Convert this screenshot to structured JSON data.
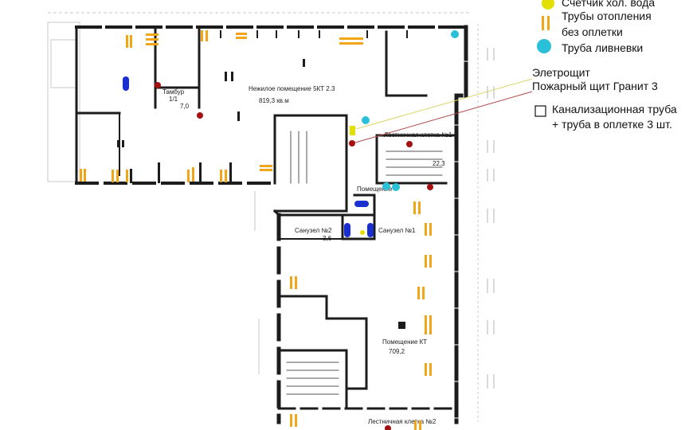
{
  "legend": {
    "meter": "Счетчик хол. вода",
    "heating_line1": "Трубы отопления",
    "heating_line2": "без оплетки",
    "drain": "Труба ливневки",
    "electric_line1": "Элетрощит",
    "electric_line2": "Пожарный щит Гранит 3",
    "sewer_line1": "Канализационная труба",
    "sewer_line2": "+ труба в оплетке 3 шт."
  },
  "labels": {
    "main_room": "Нежилое помещение 5КТ 2.3",
    "main_area": "819,3 кв.м",
    "vestibule": "Тамбур",
    "vestibule_no": "1/1",
    "vestibule_area": "7,0",
    "stair_1": "Лестничная клетка №1",
    "stair_area": "22,3",
    "room_small": "Помещение",
    "bath_2": "Санузел №2",
    "bath_1": "Санузел №1",
    "bath_area": "3,6",
    "room_lower": "Помещение КТ",
    "room_lower_area": "709,2",
    "stair_2": "Лестничная клетка №2"
  },
  "colors": {
    "wall": "#1c1c1c",
    "heating_pipe": "#f2a516",
    "meter": "#e3e000",
    "drain_pipe": "#29c0d8",
    "panel": "#a51111",
    "sewer": "#1a2fd0",
    "leader_yellow": "#ddd56a",
    "leader_red": "#b24a4a"
  }
}
